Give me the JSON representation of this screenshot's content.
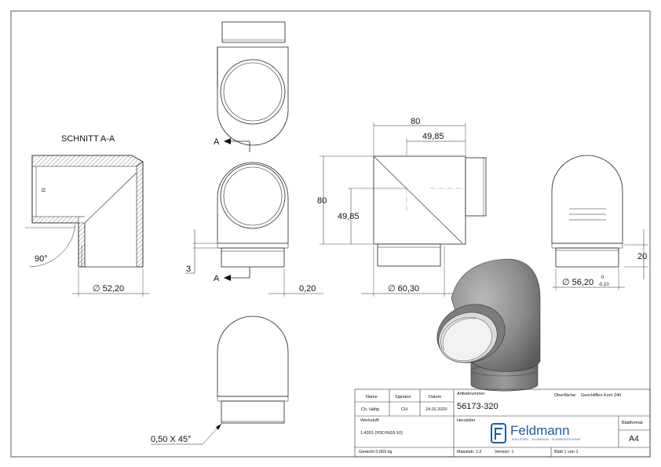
{
  "section": {
    "title": "SCHNITT A-A",
    "eq_sign": "="
  },
  "dims": {
    "angle_90": "90°",
    "dia_52": "∅ 52,20",
    "dim_3": "3",
    "cut_a_top": "A",
    "cut_a_bottom": "A",
    "gap_020": "0,20",
    "w_80": "80",
    "w_4985": "49,85",
    "h_80": "80",
    "h_4985": "49,85",
    "dia_603": "∅ 60,30",
    "dia_562": "∅ 56,20",
    "tol_upper": "0",
    "tol_lower": "-0,10",
    "dim_20": "20",
    "chamfer": "0,50 X 45°"
  },
  "title_block": {
    "h_name": "Name",
    "h_signatur": "Signatur",
    "h_datum": "Datum",
    "v_name": "Ch. Häfig",
    "v_signatur": "CH",
    "v_datum": "24.02.2020",
    "l_artikel": "Artikelnummer",
    "v_artikel": "56173-320",
    "l_oberflaeche": "Oberfläche:",
    "v_oberflaeche": "Geschliffen Korn 240",
    "l_werkstoff": "Werkstoff:",
    "v_werkstoff": "1.4301 (X5CrNi18-10)",
    "l_hersteller": "Hersteller",
    "brand": "Feldmann",
    "brand_tagline": "EDELSTAHL · ALUMINIUM · SCHWEISSTECHNIK",
    "l_blattformat": "Blattformat",
    "v_blattformat": "A4",
    "gewicht": "Gewicht 0,669 kg",
    "massstab": "Masstab: 1:2",
    "version": "Version: 1",
    "blatt": "Blatt 1 von 1"
  }
}
